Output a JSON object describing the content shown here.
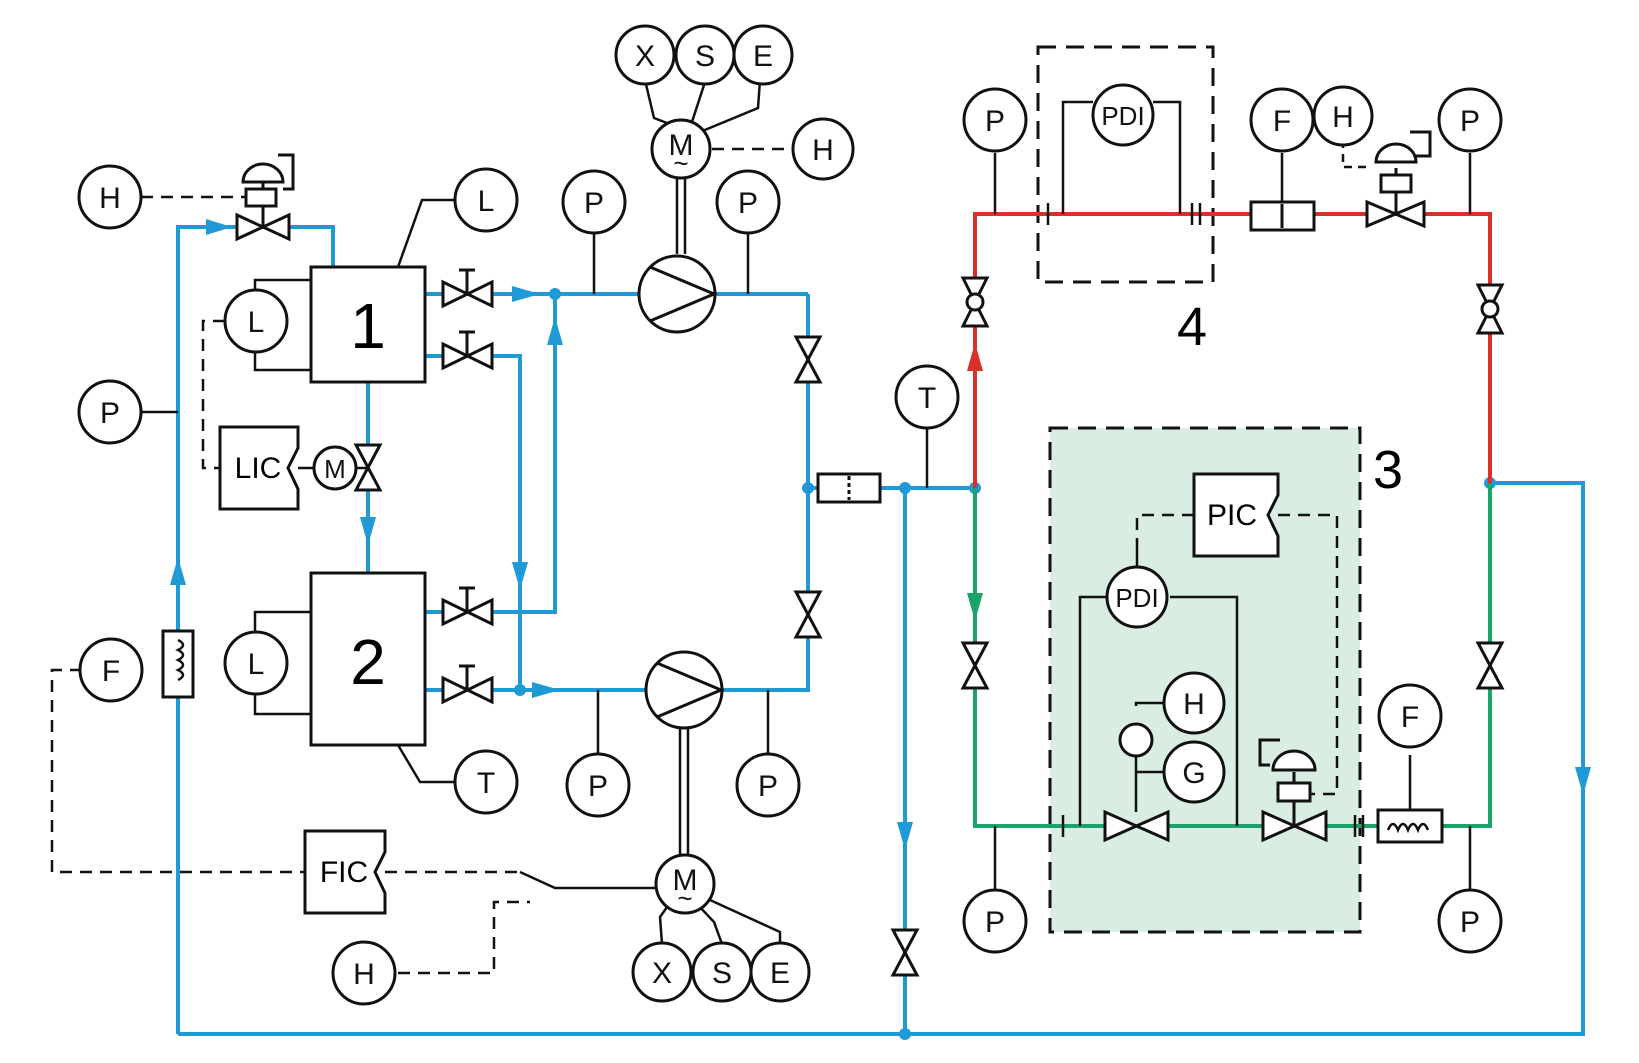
{
  "colors": {
    "water": "#1f9ad6",
    "hot": "#d8302b",
    "green": "#1aa36a",
    "zone3_fill": "#d9ede2",
    "line": "#111111"
  },
  "vessels": {
    "v1": "1",
    "v2": "2"
  },
  "zones": {
    "z3": "3",
    "z4": "4"
  },
  "controllers": {
    "lic": "LIC",
    "fic": "FIC",
    "pic": "PIC"
  },
  "instruments": {
    "h_top_left": "H",
    "p_left": "P",
    "f_left": "F",
    "l_v1_top": "L",
    "l_v1_side": "L",
    "l_v2_side": "L",
    "t_v2": "T",
    "m_lic": "M",
    "p_pump1_a": "P",
    "p_pump1_b": "P",
    "p_pump2_a": "P",
    "p_pump2_b": "P",
    "m_pump1": "M",
    "m_pump2": "M",
    "x_top": "X",
    "s_top": "S",
    "e_top": "E",
    "h_motor1": "H",
    "x_bottom": "X",
    "s_bottom": "S",
    "e_bottom": "E",
    "h_bottom": "H",
    "t_mid": "T",
    "p_red_left": "P",
    "pdi_top": "PDI",
    "f_red": "F",
    "h_red": "H",
    "p_red_right": "P",
    "pdi_zone3": "PDI",
    "h_zone3": "H",
    "g_zone3": "G",
    "f_green": "F",
    "p_green_left": "P",
    "p_green_right": "P"
  }
}
